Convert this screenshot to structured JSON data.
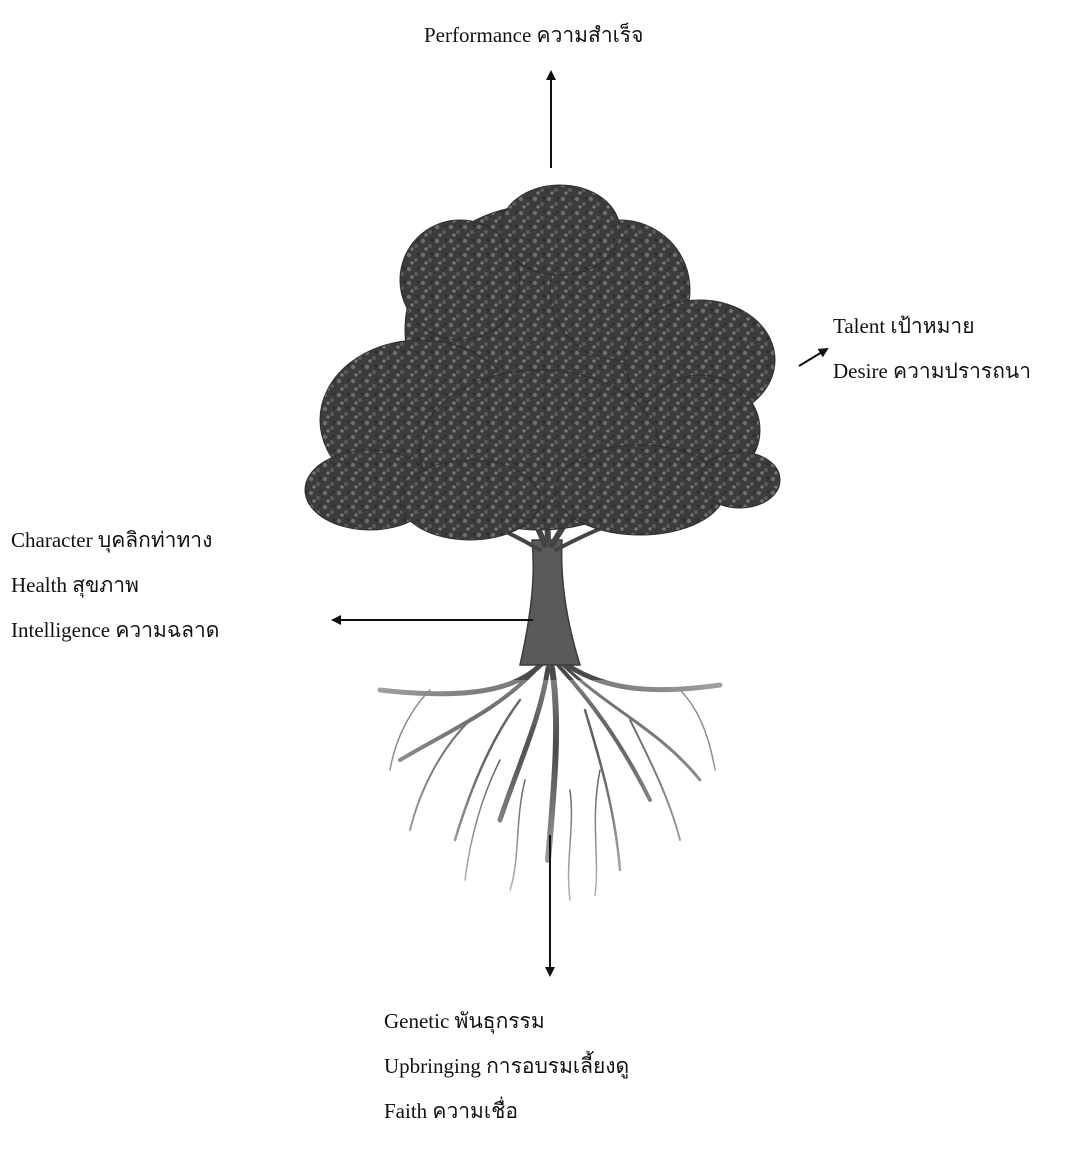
{
  "diagram": {
    "top": {
      "label": "Performance ความสำเร็จ"
    },
    "right": {
      "labels": [
        "Talent เป้าหมาย",
        "Desire ความปรารถนา"
      ]
    },
    "left": {
      "labels": [
        "Character บุคลิกท่าทาง",
        "Health สุขภาพ",
        "Intelligence ความฉลาด"
      ]
    },
    "bottom": {
      "labels": [
        "Genetic พันธุกรรม",
        "Upbringing การอบรมเลี้ยงดู",
        "Faith ความเชื่อ"
      ]
    }
  },
  "icons": {
    "tree": "tree-illustration",
    "arrow": "arrow-icon"
  },
  "colors": {
    "ink": "#111111",
    "foliage": "#3a3a3a",
    "foliage_light": "#6a6a6a",
    "trunk": "#555555",
    "roots": "#4a4a4a"
  }
}
